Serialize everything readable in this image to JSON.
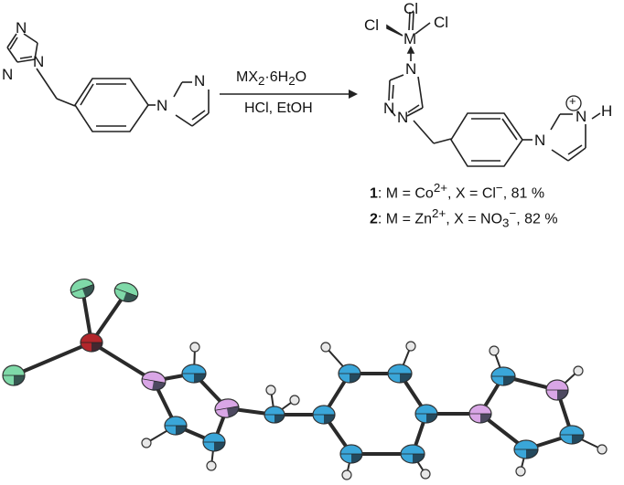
{
  "scheme": {
    "reactant_atoms": {
      "n_top": "N",
      "n_ring": "N",
      "n_bottom": "N",
      "n_imid_left": "N",
      "n_imid_right": "N"
    },
    "conditions": {
      "reagent_main": "MX",
      "reagent_sub": "2",
      "reagent_tail": "·6H",
      "reagent_sub2": "2",
      "reagent_end": "O",
      "solvent": "HCl, EtOH"
    },
    "product_atoms": {
      "cl_top": "Cl",
      "cl_left": "Cl",
      "cl_right": "Cl",
      "metal": "M",
      "n_coord": "N",
      "n_left": "N",
      "n_bottom": "N",
      "n_imid": "N",
      "n_plus": "N",
      "h": "H",
      "charge": "+"
    },
    "results": [
      {
        "num": "1",
        "text": ": M = Co",
        "sup1": "2+",
        "mid": ", X = Cl",
        "sup2": "−",
        "tail": ", 81 %"
      },
      {
        "num": "2",
        "text": ": M = Zn",
        "sup1": "2+",
        "mid": ", X = NO",
        "sub": "3",
        "sup2": "−",
        "tail": ", 82 %"
      }
    ]
  },
  "structure": {
    "colors": {
      "chlorine": "#7fd9a8",
      "metal": "#b3262b",
      "nitrogen": "#d9a6e6",
      "carbon": "#3aa6d9",
      "hydrogen": "#e8e8e8",
      "bond": "#2a2a2a"
    }
  }
}
